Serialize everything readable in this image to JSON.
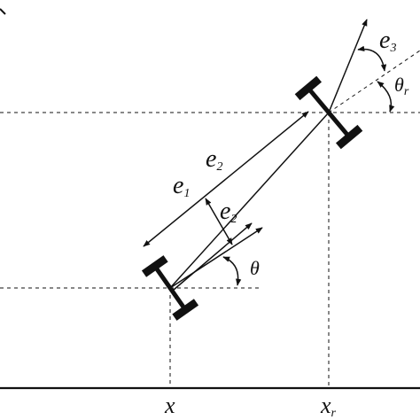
{
  "figure": {
    "colors": {
      "ink": "#111111",
      "background": "#ffffff"
    },
    "labels": {
      "e1": {
        "base": "e",
        "sub": "1"
      },
      "e2_main": {
        "base": "e",
        "sub": "2"
      },
      "e2_perp": {
        "base": "e",
        "sub": "2"
      },
      "e3": {
        "base": "e",
        "sub": "3"
      },
      "theta": {
        "base": "θ",
        "sub": ""
      },
      "theta_r": {
        "base": "θ",
        "sub": "r"
      },
      "x": {
        "base": "x",
        "sub": ""
      },
      "x_r": {
        "base": "x",
        "sub": "r"
      }
    }
  }
}
